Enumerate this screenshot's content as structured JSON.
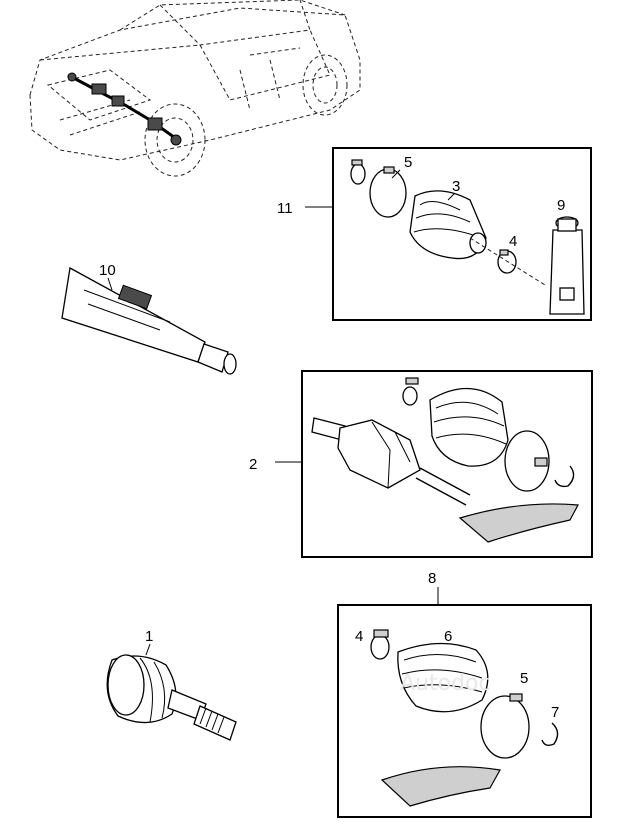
{
  "callouts": {
    "c1": "1",
    "c2": "2",
    "c3": "3",
    "c4a": "4",
    "c4b": "4",
    "c5a": "5",
    "c5b": "5",
    "c6": "6",
    "c7": "7",
    "c8": "8",
    "c9": "9",
    "c10": "10",
    "c11": "11"
  },
  "watermark": "Autodoc"
}
